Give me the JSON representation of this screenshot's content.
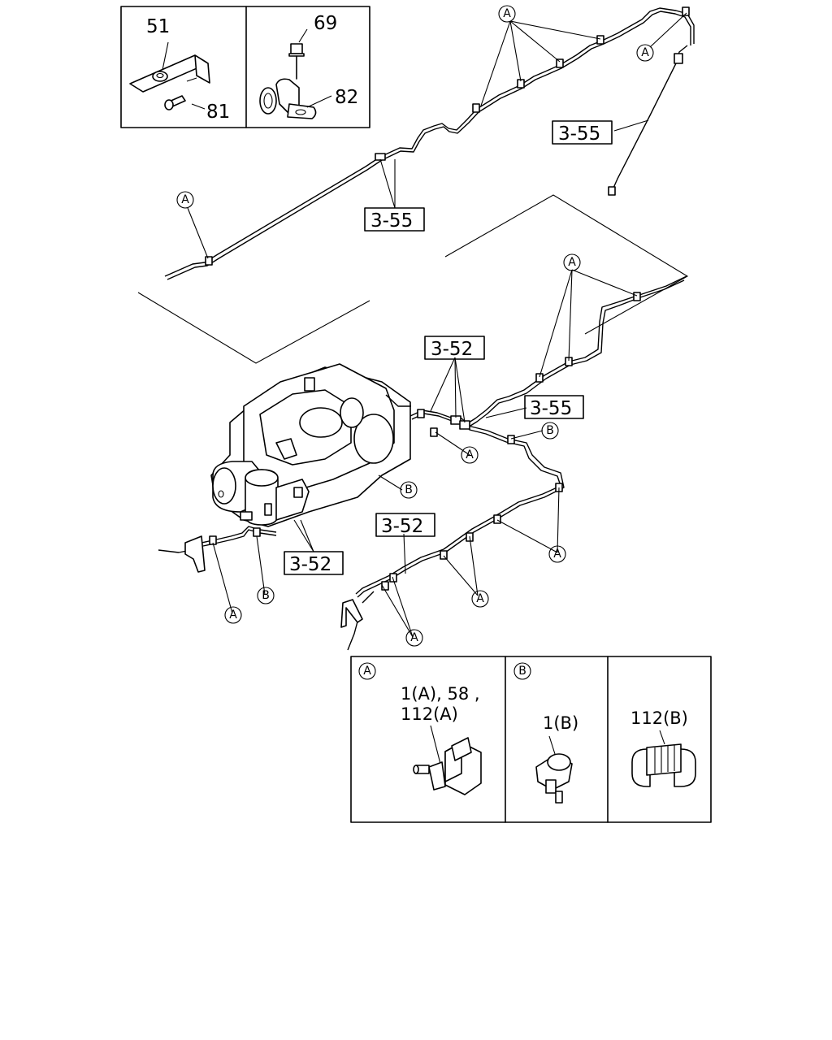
{
  "inset_top": {
    "left": {
      "labels": [
        "51",
        "81"
      ]
    },
    "right": {
      "labels": [
        "69",
        "82"
      ]
    }
  },
  "refs": {
    "r355_top": "3-55",
    "r355_mid": "3-55",
    "r355_right": "3-55",
    "r352_mid": "3-52",
    "r352_low": "3-52",
    "r352_left": "3-52"
  },
  "markers": {
    "A": "A",
    "B": "B"
  },
  "inset_bottom": {
    "panel_a": {
      "marker": "A",
      "line1": "1(A), 58 ,",
      "line2": "112(A)"
    },
    "panel_b": {
      "marker": "B",
      "label": "1(B)"
    },
    "panel_c": {
      "label": "112(B)"
    }
  }
}
